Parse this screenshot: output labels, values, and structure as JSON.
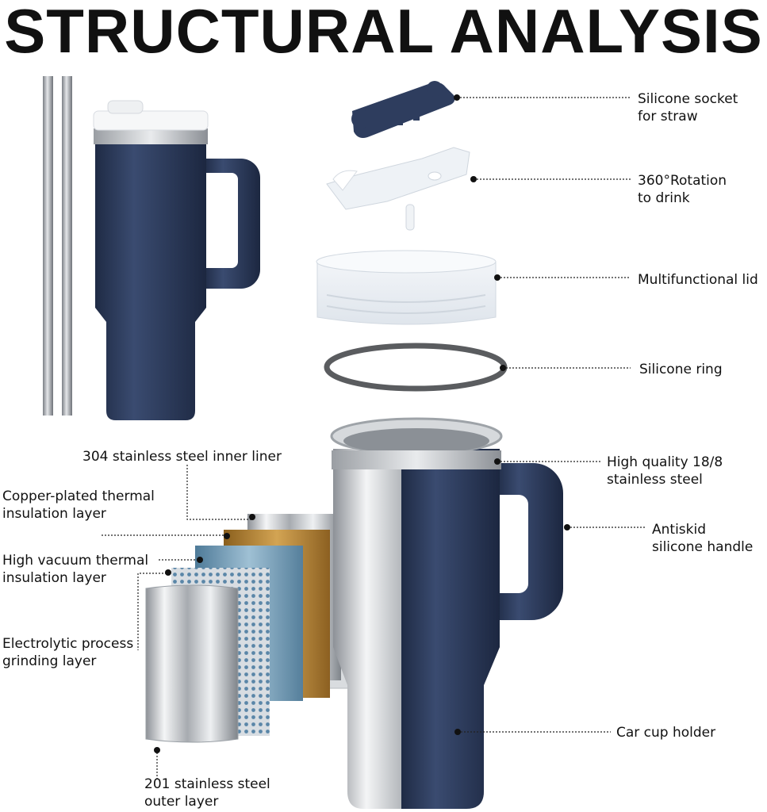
{
  "title": "STRUCTURAL ANALYSIS",
  "colors": {
    "navy": "#2e3d5e",
    "navy_dark": "#1f2b45",
    "steel": "#c9ccd0",
    "copper": "#b8862e",
    "blue_layer": "#6f98b3",
    "leader": "#222222"
  },
  "labels": {
    "silicone_socket": [
      "Silicone socket",
      "for straw"
    ],
    "rotation": [
      "360°Rotation",
      "to drink"
    ],
    "lid": [
      "Multifunctional lid"
    ],
    "ring": [
      "Silicone ring"
    ],
    "steel_18_8": [
      "High quality 18/8",
      "stainless steel"
    ],
    "handle": [
      "Antiskid",
      "silicone handle"
    ],
    "holder": [
      "Car cup holder"
    ],
    "inner_liner": [
      "304 stainless steel inner liner"
    ],
    "copper_layer": [
      "Copper-plated thermal",
      "insulation layer"
    ],
    "vacuum_layer": [
      "High vacuum thermal",
      "insulation layer"
    ],
    "grinding_layer": [
      "Electrolytic process",
      "grinding layer"
    ],
    "outer_layer": [
      "201 stainless steel",
      "outer layer"
    ]
  }
}
